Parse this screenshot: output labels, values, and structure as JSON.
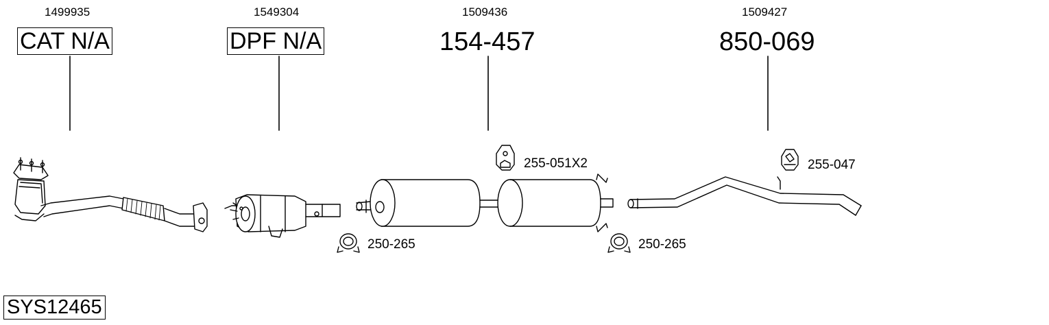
{
  "parts": [
    {
      "oem": "1499935",
      "label": "CAT N/A",
      "boxed": true
    },
    {
      "oem": "1549304",
      "label": "DPF N/A",
      "boxed": true
    },
    {
      "oem": "1509436",
      "label": "154-457",
      "boxed": false
    },
    {
      "oem": "1509427",
      "label": "850-069",
      "boxed": false
    }
  ],
  "accessories": {
    "clamp_1": "250-265",
    "hanger_1": "255-051X2",
    "clamp_2": "250-265",
    "hanger_2": "255-047"
  },
  "system_code": "SYS12465"
}
